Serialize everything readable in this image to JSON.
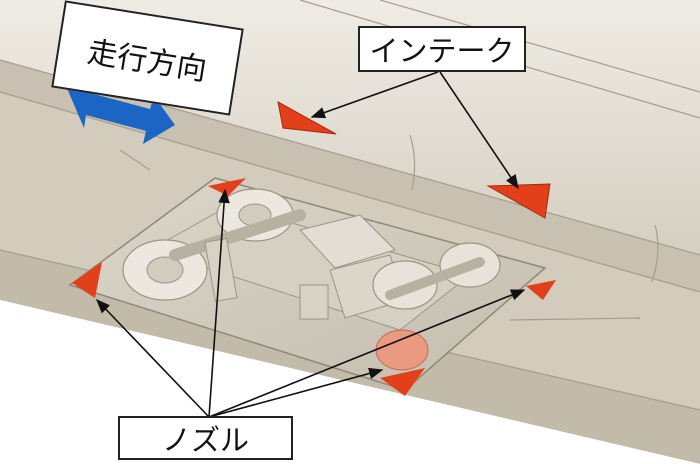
{
  "labels": {
    "direction": "走行方向",
    "intake": "インテーク",
    "nozzle": "ノズル"
  },
  "colors": {
    "body": "#cdc6b6",
    "body_light": "#ddd8cc",
    "body_shadow": "#b3ab9a",
    "bogie": "#e6e1d7",
    "bogie_shadow": "#a9a292",
    "accent_red": "#e1401a",
    "arrow_blue": "#1b66c4",
    "leader_line": "#111111"
  },
  "icons": {
    "direction_arrow": "double-headed-arrow-icon"
  }
}
